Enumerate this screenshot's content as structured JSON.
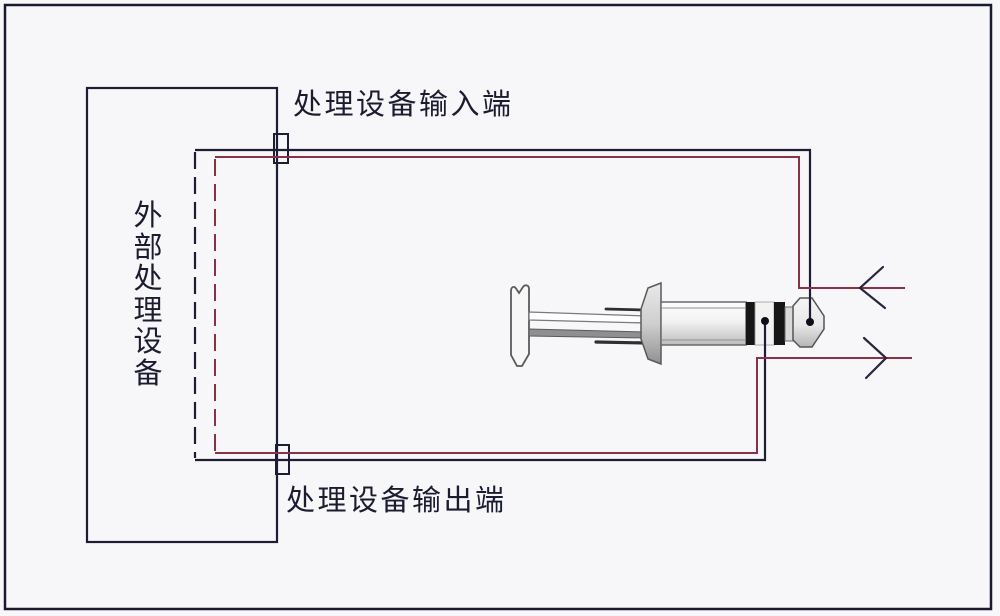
{
  "device": {
    "label": "外部处理设备"
  },
  "ports": {
    "input_label": "处理设备输入端",
    "output_label": "处理设备输出端"
  },
  "icons": {
    "plug": "trs-plug-illustration",
    "input_arrow": "arrow-left-icon",
    "output_arrow": "arrow-right-icon"
  },
  "colors": {
    "bg": "#f7f7fa",
    "frame": "#1a1a2e",
    "wire_dark": "#1d1d33",
    "wire_red": "#8a3047",
    "text": "#1c1c30"
  }
}
